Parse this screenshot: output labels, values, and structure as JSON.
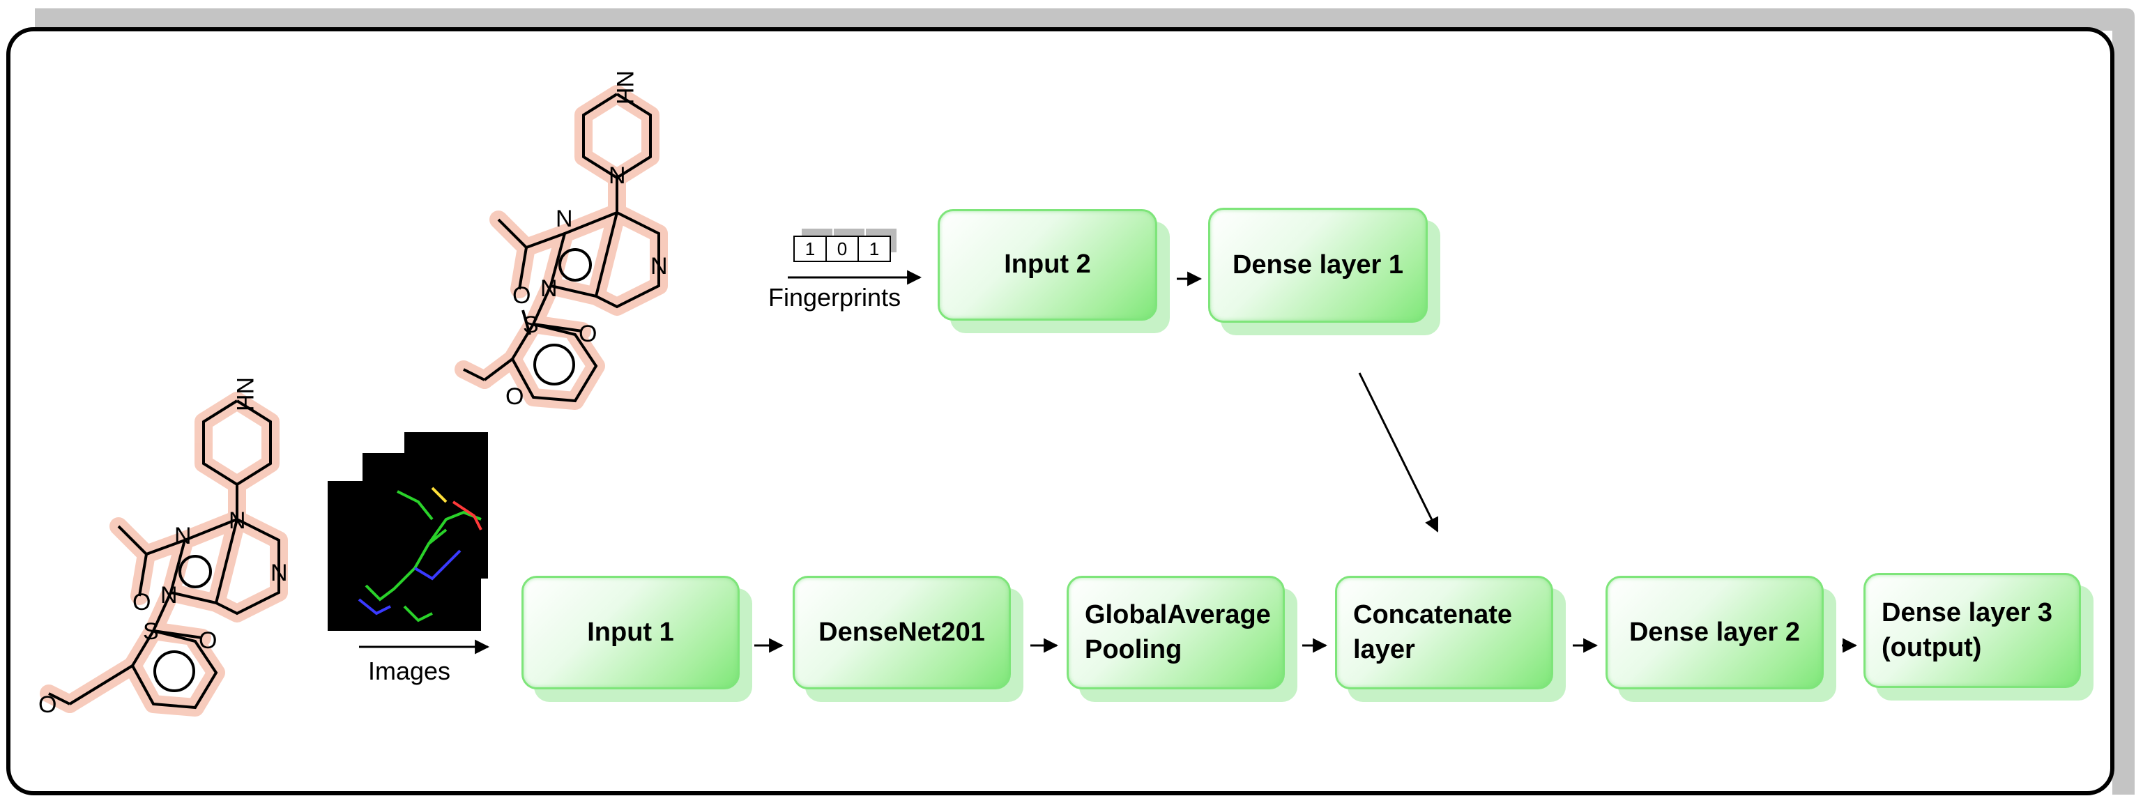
{
  "inputs": {
    "fingerprints_label": "Fingerprints",
    "images_label": "Images",
    "bits": [
      "1",
      "0",
      "1"
    ]
  },
  "molecule_atoms": {
    "nh": "NH",
    "n": "N",
    "s": "S",
    "o": "O"
  },
  "nodes": {
    "input2": "Input 2",
    "dense1": "Dense layer 1",
    "input1": "Input 1",
    "densenet": "DenseNet201",
    "gap": "GlobalAverage\nPooling",
    "concat": "Concatenate\nlayer",
    "dense2": "Dense layer 2",
    "dense3": "Dense layer 3\n (output)"
  },
  "colors": {
    "node_green": "#7fe779",
    "molecule_highlight": "#f7c9b9",
    "frame": "#000000",
    "frame_shadow": "#c4c4c4"
  }
}
